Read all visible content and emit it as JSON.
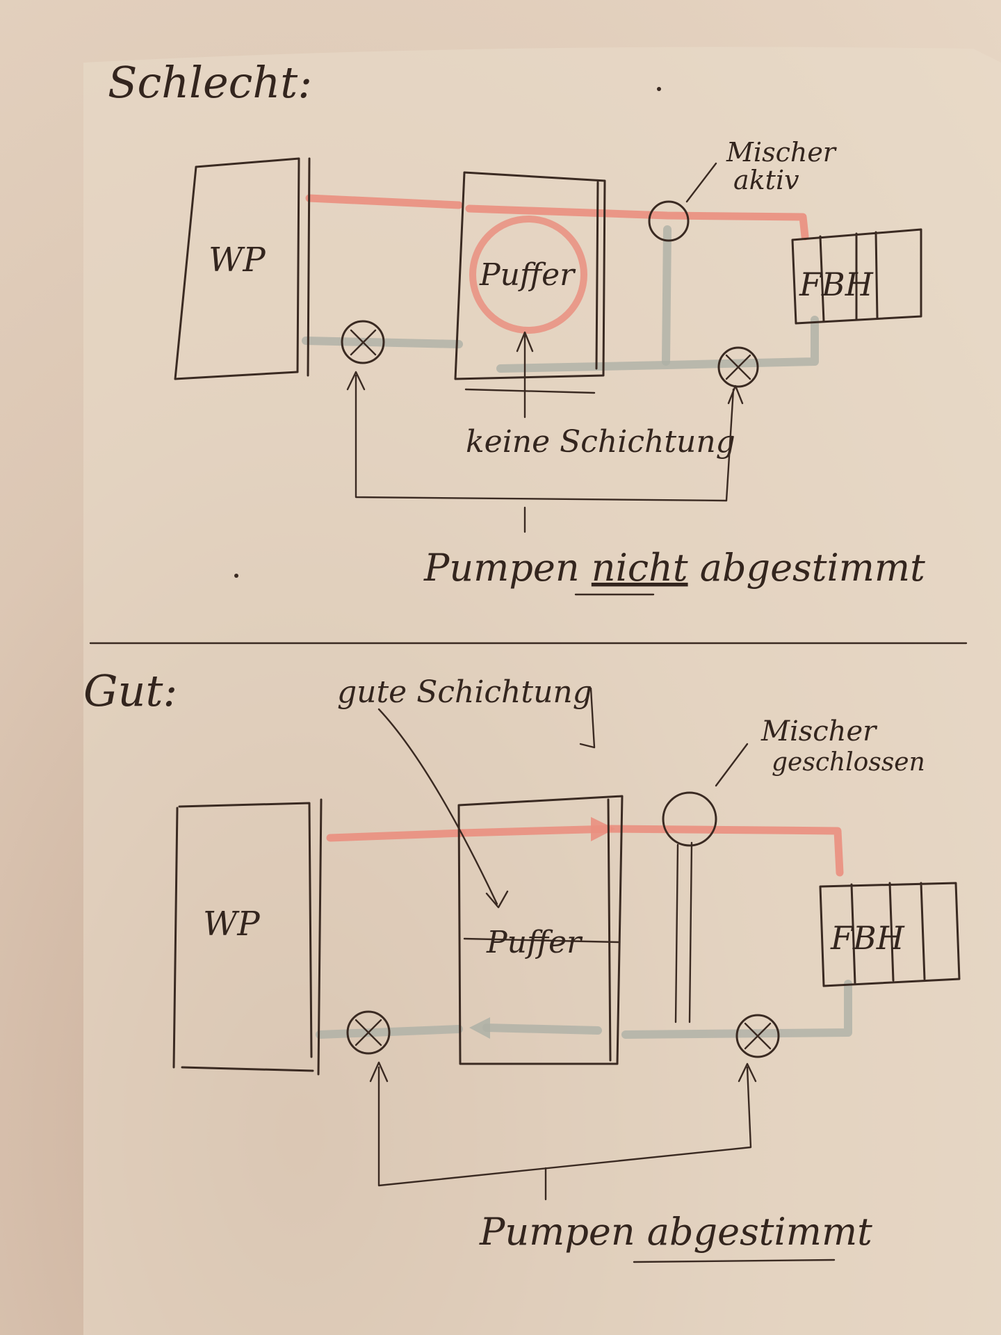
{
  "top": {
    "heading": "Schlecht:",
    "heatpump_label": "WP",
    "buffer_label": "Puffer",
    "consumers_label": "FBH",
    "mixer_label_line1": "Mischer",
    "mixer_label_line2": "aktiv",
    "annotation": "keine Schichtung",
    "footer_prefix": "Pumpen ",
    "footer_emphasis": "nicht",
    "footer_suffix": " abgestimmt"
  },
  "bottom": {
    "heading": "Gut:",
    "heatpump_label": "WP",
    "buffer_label": "Puffer",
    "consumers_label": "FBH",
    "mixer_label_line1": "Mischer",
    "mixer_label_line2": "geschlossen",
    "annotation": "gute Schichtung",
    "footer_prefix": "Pumpen ",
    "footer_emphasis": "abgestimmt"
  },
  "colors": {
    "ink": "#3a2a22",
    "flow_pipe": "#ea8f80",
    "return_pipe": "#aeb0a6",
    "paper": "#e7d6c4"
  },
  "icons": [
    "pump-icon",
    "mixer-valve-icon",
    "arrow-icon"
  ]
}
